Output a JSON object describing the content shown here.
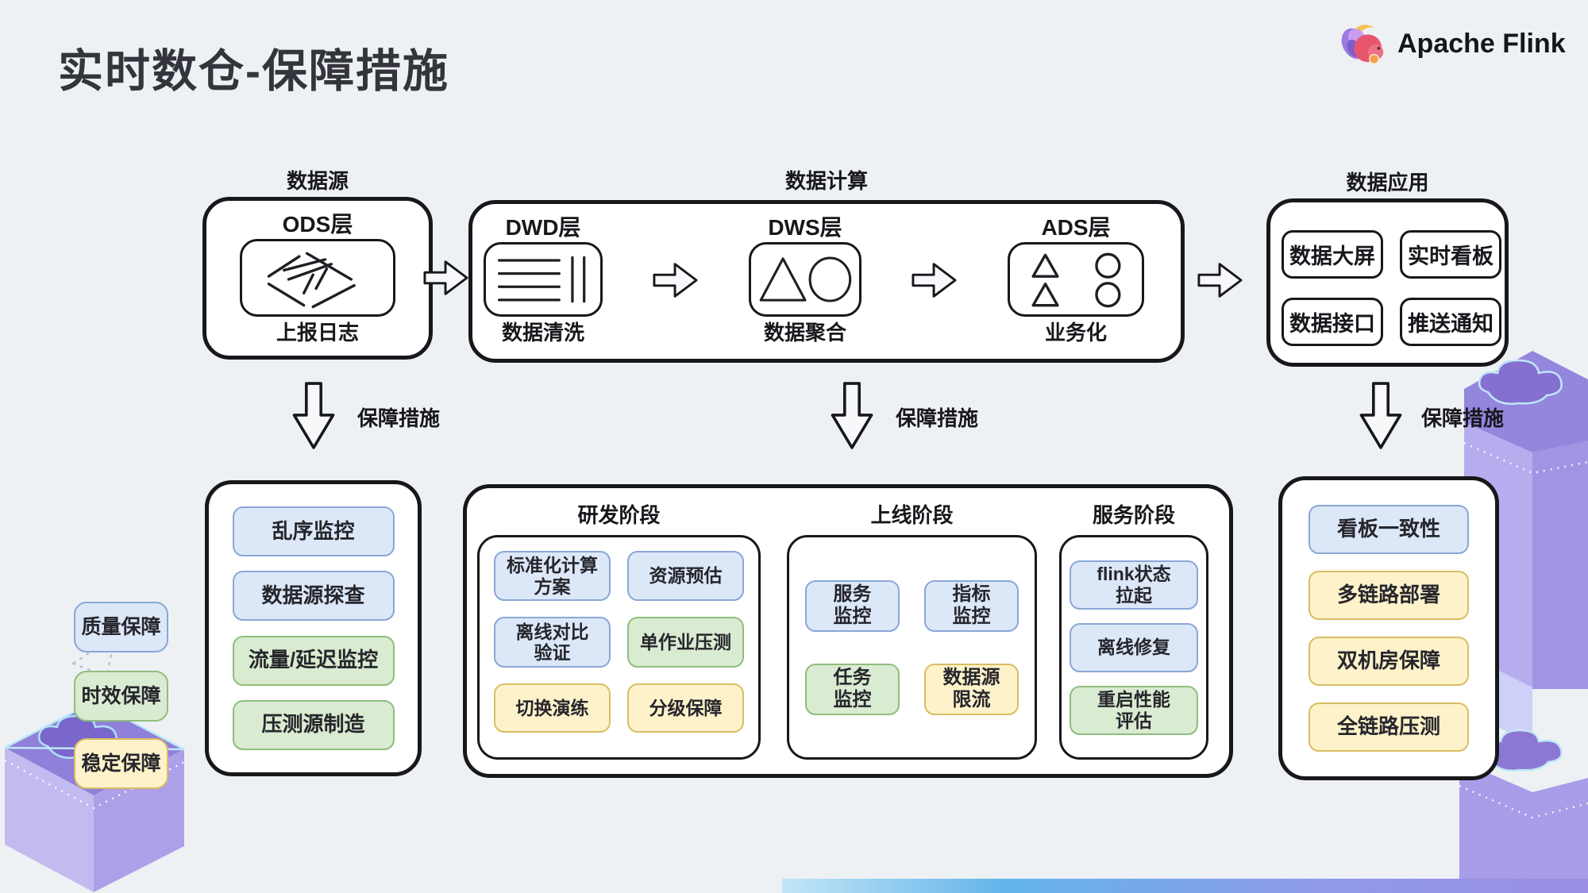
{
  "title": "实时数仓-保障措施",
  "brand": {
    "name": "Apache Flink",
    "logo": "flink-squirrel"
  },
  "flow": {
    "arrow_label": "保障措施",
    "datasource": {
      "group_label": "数据源",
      "layer_title": "ODS层",
      "caption": "上报日志",
      "icon": "scatter-sketch-icon"
    },
    "compute": {
      "group_label": "数据计算",
      "stages": [
        {
          "layer_title": "DWD层",
          "caption": "数据清洗",
          "icon": "list-lines-icon"
        },
        {
          "layer_title": "DWS层",
          "caption": "数据聚合",
          "icon": "triangle-circle-icon"
        },
        {
          "layer_title": "ADS层",
          "caption": "业务化",
          "icon": "shapes-grid-icon"
        }
      ]
    },
    "application": {
      "group_label": "数据应用",
      "items": [
        {
          "label": "数据大屏"
        },
        {
          "label": "实时看板"
        },
        {
          "label": "数据接口"
        },
        {
          "label": "推送通知"
        }
      ]
    }
  },
  "legend": {
    "items": [
      {
        "label": "质量保障",
        "type": "quality",
        "color": "blue"
      },
      {
        "label": "时效保障",
        "type": "timeliness",
        "color": "green"
      },
      {
        "label": "稳定保障",
        "type": "stability",
        "color": "yellow"
      }
    ]
  },
  "measures": {
    "datasource_panel": {
      "items": [
        {
          "label": "乱序监控",
          "color": "blue"
        },
        {
          "label": "数据源探查",
          "color": "blue"
        },
        {
          "label": "流量/延迟监控",
          "color": "green"
        },
        {
          "label": "压测源制造",
          "color": "green"
        }
      ]
    },
    "compute_panel": {
      "phases": [
        {
          "title": "研发阶段",
          "items": [
            {
              "label": "标准化计算\n方案",
              "color": "blue"
            },
            {
              "label": "资源预估",
              "color": "blue"
            },
            {
              "label": "离线对比\n验证",
              "color": "blue"
            },
            {
              "label": "单作业压测",
              "color": "green"
            },
            {
              "label": "切换演练",
              "color": "yellow"
            },
            {
              "label": "分级保障",
              "color": "yellow"
            }
          ]
        },
        {
          "title": "上线阶段",
          "items": [
            {
              "label": "服务\n监控",
              "color": "blue"
            },
            {
              "label": "指标\n监控",
              "color": "blue"
            },
            {
              "label": "任务\n监控",
              "color": "green"
            },
            {
              "label": "数据源\n限流",
              "color": "yellow"
            }
          ]
        },
        {
          "title": "服务阶段",
          "items": [
            {
              "label": "flink状态\n拉起",
              "color": "blue"
            },
            {
              "label": "离线修复",
              "color": "blue"
            },
            {
              "label": "重启性能\n评估",
              "color": "green"
            }
          ]
        }
      ]
    },
    "application_panel": {
      "items": [
        {
          "label": "看板一致性",
          "color": "blue"
        },
        {
          "label": "多链路部署",
          "color": "yellow"
        },
        {
          "label": "双机房保障",
          "color": "yellow"
        },
        {
          "label": "全链路压测",
          "color": "yellow"
        }
      ]
    }
  },
  "colors": {
    "blue_bg": "#dce8f8",
    "blue_border": "#8aa7d6",
    "green_bg": "#d9ebd1",
    "green_border": "#90bd7e",
    "yellow_bg": "#fdf2ca",
    "yellow_border": "#d9bd62",
    "outline": "#17171c",
    "background": "#eef1f4",
    "decoration_purple": "#9c8fdf",
    "decoration_blue": "#9fd4ee"
  }
}
